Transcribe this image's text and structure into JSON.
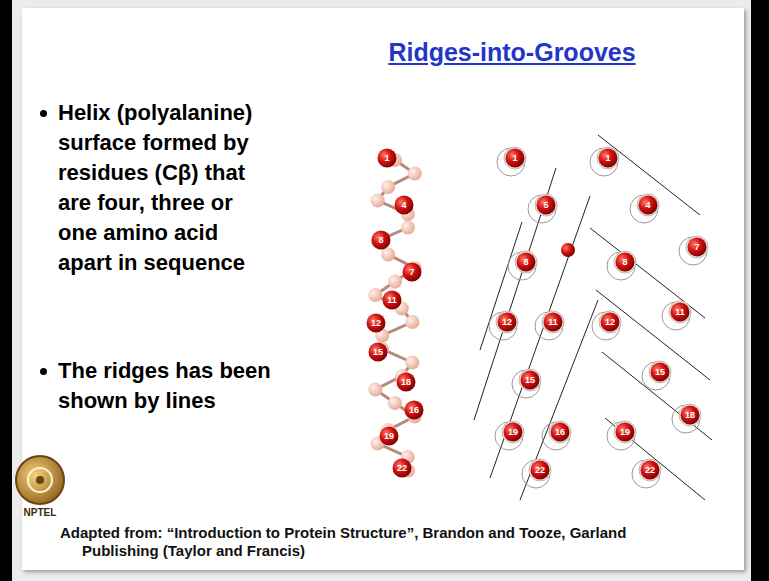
{
  "diagram": {
    "title": "Ridges-into-Grooves",
    "labels": [
      "Helix (polyalanine) surface formed by residues (Cβ) that are four, three or one amino acid apart in sequence",
      "The ridges has been shown by lines",
      "1",
      "4",
      "8",
      "7",
      "11",
      "12",
      "15",
      "18",
      "16",
      "19",
      "22",
      "1",
      "5",
      "8",
      "12",
      "11",
      "15",
      "19",
      "16",
      "22",
      "1",
      "4",
      "7",
      "8",
      "12",
      "11",
      "15",
      "18",
      "19",
      "22",
      "NPTEL",
      "Adapted from: “Introduction to Protein Structure”, Brandon and Tooze, Garland Publishing (Taylor and Francis)"
    ]
  }
}
